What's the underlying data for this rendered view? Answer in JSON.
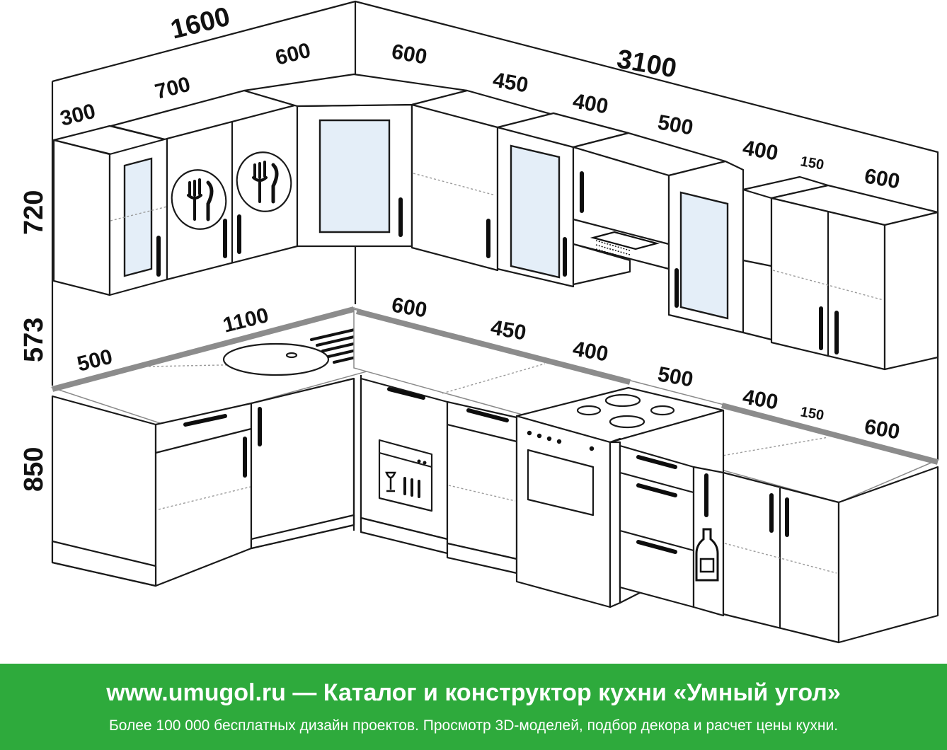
{
  "dimensions": {
    "total_left": "1600",
    "total_right": "3100",
    "upper_widths": [
      "300",
      "700",
      "600",
      "600",
      "450",
      "400",
      "500",
      "400",
      "150",
      "600"
    ],
    "lower_widths": [
      "500",
      "1100",
      "600",
      "450",
      "400",
      "500",
      "400",
      "150",
      "600"
    ],
    "heights": [
      "720",
      "573",
      "850"
    ]
  },
  "icons": [
    "fork-knife-icon",
    "dishwasher-icon",
    "range-hood-icon",
    "hob-icon",
    "oven-icon",
    "bottle-icon"
  ],
  "footer": {
    "title": "www.umugol.ru — Каталог и конструктор кухни «Умный угол»",
    "subtitle": "Более 100 000 бесплатных дизайн проектов. Просмотр 3D-моделей, подбор декора и расчет цены кухни."
  },
  "colors": {
    "footer_bg": "#2eaa3c",
    "glass": "#e4eef8",
    "countertop_edge": "#8c8c8c"
  }
}
